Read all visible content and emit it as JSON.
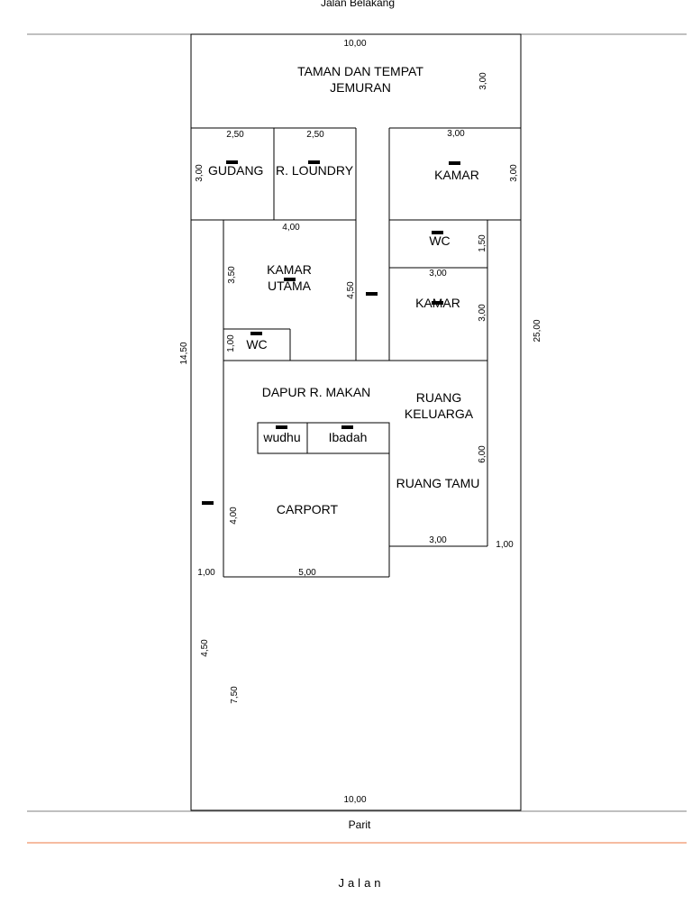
{
  "roads": {
    "back": "Jalan Belakang",
    "ditch": "Parit",
    "front": "Jalan"
  },
  "rooms": {
    "garden": "TAMAN DAN TEMPAT",
    "garden2": "JEMURAN",
    "storage": "GUDANG",
    "laundry": "R. LOUNDRY",
    "bedroom_back": "KAMAR",
    "master_1": "KAMAR",
    "master_2": "UTAMA",
    "wc_master": "WC",
    "wc_right": "WC",
    "bedroom_mid": "KAMAR",
    "kitchen": "DAPUR R. MAKAN",
    "family_1": "RUANG",
    "family_2": "KELUARGA",
    "wudhu": "wudhu",
    "prayer": "Ibadah",
    "guest": "RUANG TAMU",
    "carport": "CARPORT"
  },
  "dims": {
    "top_width": "10,00",
    "garden_depth": "3,00",
    "storage_w": "2,50",
    "laundry_w": "2,50",
    "storage_d": "3,00",
    "bed_back_w": "3,00",
    "bed_back_d": "3,00",
    "master_w": "4,00",
    "master_d": "3,50",
    "corridor": "4,50",
    "wc_right_d": "1,50",
    "bed_mid_w": "3,00",
    "bed_mid_d": "3,00",
    "wc_master_d": "1,00",
    "left_depth": "14,50",
    "total_depth": "25,00",
    "family_d": "6,00",
    "guest_w": "3,00",
    "right_offset": "1,00",
    "carport_d": "4,00",
    "left_offset": "1,00",
    "carport_w": "5,00",
    "front_depth_a": "4,50",
    "front_depth_b": "7,50",
    "bottom_width": "10,00"
  },
  "colors": {
    "line": "#000000",
    "road_line": "#808080",
    "front_line": "#f4a582"
  }
}
